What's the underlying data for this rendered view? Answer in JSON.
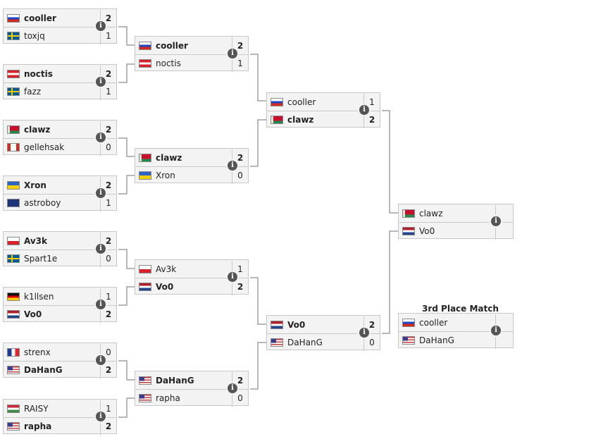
{
  "caption": {
    "third_place": "3rd Place Match"
  },
  "info_glyph": "i",
  "info_icon": "info-circle-icon",
  "matches": [
    {
      "id": "r1m1",
      "players": [
        {
          "name": "cooller",
          "flag": "ru",
          "score": "2",
          "winner": true
        },
        {
          "name": "toxjq",
          "flag": "se",
          "score": "1",
          "winner": false
        }
      ]
    },
    {
      "id": "r1m2",
      "players": [
        {
          "name": "noctis",
          "flag": "at",
          "score": "2",
          "winner": true
        },
        {
          "name": "fazz",
          "flag": "se",
          "score": "1",
          "winner": false
        }
      ]
    },
    {
      "id": "r1m3",
      "players": [
        {
          "name": "clawz",
          "flag": "by",
          "score": "2",
          "winner": true
        },
        {
          "name": "gellehsak",
          "flag": "ca",
          "score": "0",
          "winner": false
        }
      ]
    },
    {
      "id": "r1m4",
      "players": [
        {
          "name": "Xron",
          "flag": "ua",
          "score": "2",
          "winner": true
        },
        {
          "name": "astroboy",
          "flag": "au",
          "score": "1",
          "winner": false
        }
      ]
    },
    {
      "id": "r1m5",
      "players": [
        {
          "name": "Av3k",
          "flag": "pl",
          "score": "2",
          "winner": true
        },
        {
          "name": "Spart1e",
          "flag": "se",
          "score": "0",
          "winner": false
        }
      ]
    },
    {
      "id": "r1m6",
      "players": [
        {
          "name": "k1llsen",
          "flag": "de",
          "score": "1",
          "winner": false
        },
        {
          "name": "Vo0",
          "flag": "nl",
          "score": "2",
          "winner": true
        }
      ]
    },
    {
      "id": "r1m7",
      "players": [
        {
          "name": "strenx",
          "flag": "fr",
          "score": "0",
          "winner": false
        },
        {
          "name": "DaHanG",
          "flag": "us",
          "score": "2",
          "winner": true
        }
      ]
    },
    {
      "id": "r1m8",
      "players": [
        {
          "name": "RAISY",
          "flag": "hu",
          "score": "1",
          "winner": false
        },
        {
          "name": "rapha",
          "flag": "us",
          "score": "2",
          "winner": true
        }
      ]
    },
    {
      "id": "r2m1",
      "players": [
        {
          "name": "cooller",
          "flag": "ru",
          "score": "2",
          "winner": true
        },
        {
          "name": "noctis",
          "flag": "at",
          "score": "1",
          "winner": false
        }
      ]
    },
    {
      "id": "r2m2",
      "players": [
        {
          "name": "clawz",
          "flag": "by",
          "score": "2",
          "winner": true
        },
        {
          "name": "Xron",
          "flag": "ua",
          "score": "0",
          "winner": false
        }
      ]
    },
    {
      "id": "r2m3",
      "players": [
        {
          "name": "Av3k",
          "flag": "pl",
          "score": "1",
          "winner": false
        },
        {
          "name": "Vo0",
          "flag": "nl",
          "score": "2",
          "winner": true
        }
      ]
    },
    {
      "id": "r2m4",
      "players": [
        {
          "name": "DaHanG",
          "flag": "us",
          "score": "2",
          "winner": true
        },
        {
          "name": "rapha",
          "flag": "us",
          "score": "0",
          "winner": false
        }
      ]
    },
    {
      "id": "r3m1",
      "players": [
        {
          "name": "cooller",
          "flag": "ru",
          "score": "1",
          "winner": false
        },
        {
          "name": "clawz",
          "flag": "by",
          "score": "2",
          "winner": true
        }
      ]
    },
    {
      "id": "r3m2",
      "players": [
        {
          "name": "Vo0",
          "flag": "nl",
          "score": "2",
          "winner": true
        },
        {
          "name": "DaHanG",
          "flag": "us",
          "score": "0",
          "winner": false
        }
      ]
    },
    {
      "id": "final",
      "players": [
        {
          "name": "clawz",
          "flag": "by",
          "score": "",
          "winner": false
        },
        {
          "name": "Vo0",
          "flag": "nl",
          "score": "",
          "winner": false
        }
      ]
    },
    {
      "id": "third",
      "players": [
        {
          "name": "cooller",
          "flag": "ru",
          "score": "",
          "winner": false
        },
        {
          "name": "DaHanG",
          "flag": "us",
          "score": "",
          "winner": false
        }
      ]
    }
  ]
}
